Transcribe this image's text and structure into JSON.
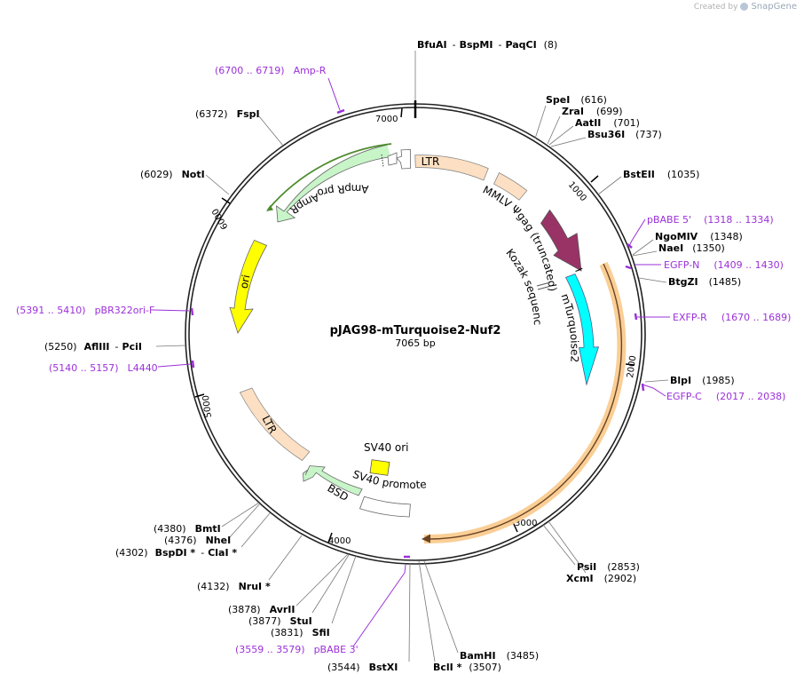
{
  "credit": {
    "prefix": "Created by",
    "brand": "SnapGene"
  },
  "plasmid": {
    "name": "pJAG98-mTurquoise2-Nuf2",
    "size_label": "7065 bp",
    "length": 7065
  },
  "ticks": [
    "1000",
    "2000",
    "3000",
    "4000",
    "5000",
    "6000",
    "7000"
  ],
  "enzymes": [
    {
      "id": "bfuai",
      "names": [
        "BfuAI",
        "BspMI",
        "PaqCI"
      ],
      "pos": "(8)"
    },
    {
      "id": "spei",
      "names": [
        "SpeI"
      ],
      "pos": "(616)"
    },
    {
      "id": "zrai",
      "names": [
        "ZraI"
      ],
      "pos": "(699)"
    },
    {
      "id": "aatii",
      "names": [
        "AatII"
      ],
      "pos": "(701)"
    },
    {
      "id": "bsu36i",
      "names": [
        "Bsu36I"
      ],
      "pos": "(737)"
    },
    {
      "id": "bsteii",
      "names": [
        "BstEII"
      ],
      "pos": "(1035)"
    },
    {
      "id": "ngomiv",
      "names": [
        "NgoMIV"
      ],
      "pos": "(1348)"
    },
    {
      "id": "nael",
      "names": [
        "NaeI"
      ],
      "pos": "(1350)"
    },
    {
      "id": "btgzi",
      "names": [
        "BtgZI"
      ],
      "pos": "(1485)"
    },
    {
      "id": "blpi",
      "names": [
        "BlpI"
      ],
      "pos": "(1985)"
    },
    {
      "id": "psii",
      "names": [
        "PsiI"
      ],
      "pos": "(2853)"
    },
    {
      "id": "xcmi",
      "names": [
        "XcmI"
      ],
      "pos": "(2902)"
    },
    {
      "id": "bamhi",
      "names": [
        "BamHI"
      ],
      "pos": "(3485)"
    },
    {
      "id": "bcli",
      "names": [
        "BclI *"
      ],
      "pos": "(3507)"
    },
    {
      "id": "bstxi",
      "names": [
        "BstXI"
      ],
      "pos": "(3544)"
    },
    {
      "id": "sfii",
      "names": [
        "SfiI"
      ],
      "pos": "(3831)"
    },
    {
      "id": "stui",
      "names": [
        "StuI"
      ],
      "pos": "(3877)"
    },
    {
      "id": "avrii",
      "names": [
        "AvrII"
      ],
      "pos": "(3878)"
    },
    {
      "id": "nrui",
      "names": [
        "NruI *"
      ],
      "pos": "(4132)"
    },
    {
      "id": "bspdi",
      "names": [
        "BspDI *",
        "ClaI *"
      ],
      "pos": "(4302)"
    },
    {
      "id": "nhei",
      "names": [
        "NheI"
      ],
      "pos": "(4376)"
    },
    {
      "id": "bmti",
      "names": [
        "BmtI"
      ],
      "pos": "(4380)"
    },
    {
      "id": "afliii",
      "names": [
        "AflIII",
        "PciI"
      ],
      "pos": "(5250)"
    },
    {
      "id": "noti",
      "names": [
        "NotI"
      ],
      "pos": "(6029)"
    },
    {
      "id": "fspi",
      "names": [
        "FspI"
      ],
      "pos": "(6372)"
    }
  ],
  "primers": [
    {
      "id": "pbabe5",
      "name": "pBABE 5'",
      "range": "(1318 .. 1334)"
    },
    {
      "id": "egfpn",
      "name": "EGFP-N",
      "range": "(1409 .. 1430)"
    },
    {
      "id": "exfpr",
      "name": "EXFP-R",
      "range": "(1670 .. 1689)"
    },
    {
      "id": "egfpc",
      "name": "EGFP-C",
      "range": "(2017 .. 2038)"
    },
    {
      "id": "pbabe3",
      "name": "pBABE 3'",
      "range": "(3559 .. 3579)"
    },
    {
      "id": "l4440",
      "name": "L4440",
      "range": "(5140 .. 5157)"
    },
    {
      "id": "pbr322",
      "name": "pBR322ori-F",
      "range": "(5391 .. 5410)"
    },
    {
      "id": "ampr",
      "name": "Amp-R",
      "range": "(6700 .. 6719)"
    }
  ],
  "features": [
    {
      "id": "ltr-1",
      "label": "LTR",
      "color": "#fde0c3"
    },
    {
      "id": "mmlv",
      "label": "MMLV Ψ",
      "color": "#fde0c3"
    },
    {
      "id": "gag",
      "label": "gag (truncated)",
      "color": "#993366"
    },
    {
      "id": "kozak",
      "label": "Kozak sequence",
      "color": "#ffffff"
    },
    {
      "id": "mturq",
      "label": "mTurquoise2",
      "color": "#00ffff"
    },
    {
      "id": "orf",
      "label": "",
      "color": "#f9c98a"
    },
    {
      "id": "sv40ori",
      "label": "SV40 ori",
      "color": "#ffff00"
    },
    {
      "id": "sv40prom",
      "label": "SV40 promoter",
      "color": "#ffffff"
    },
    {
      "id": "bsd",
      "label": "BSD",
      "color": "#c8f5c8"
    },
    {
      "id": "ltr-2",
      "label": "LTR",
      "color": "#fde0c3"
    },
    {
      "id": "ori",
      "label": "ori",
      "color": "#ffff00"
    },
    {
      "id": "ampr-gene",
      "label": "AmpR",
      "color": "#c8f5c8"
    },
    {
      "id": "ampr-prom",
      "label": "AmpR promoter",
      "color": "#ffffff"
    }
  ]
}
